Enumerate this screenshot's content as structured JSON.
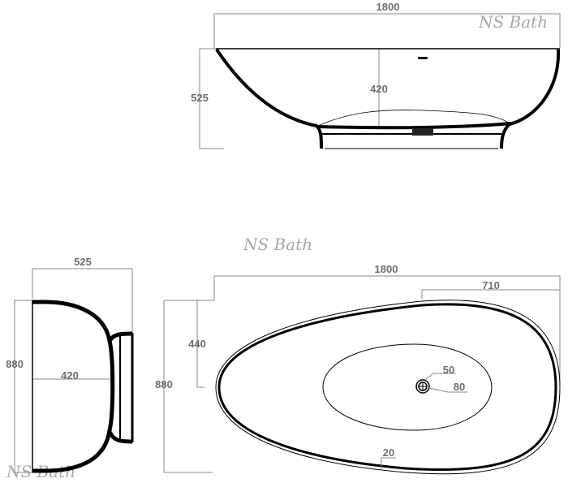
{
  "watermark": "NS Bath",
  "side_elevation": {
    "length_label": "1800",
    "height_label": "525",
    "depth_label": "420"
  },
  "end_elevation": {
    "height_label": "525",
    "width_label": "880",
    "depth_label": "420"
  },
  "plan_view": {
    "length_label": "1800",
    "drain_offset_label": "710",
    "drain_half_width_label": "440",
    "width_label": "880",
    "drain_inner_label": "50",
    "drain_outer_label": "80",
    "rim_label": "20"
  }
}
